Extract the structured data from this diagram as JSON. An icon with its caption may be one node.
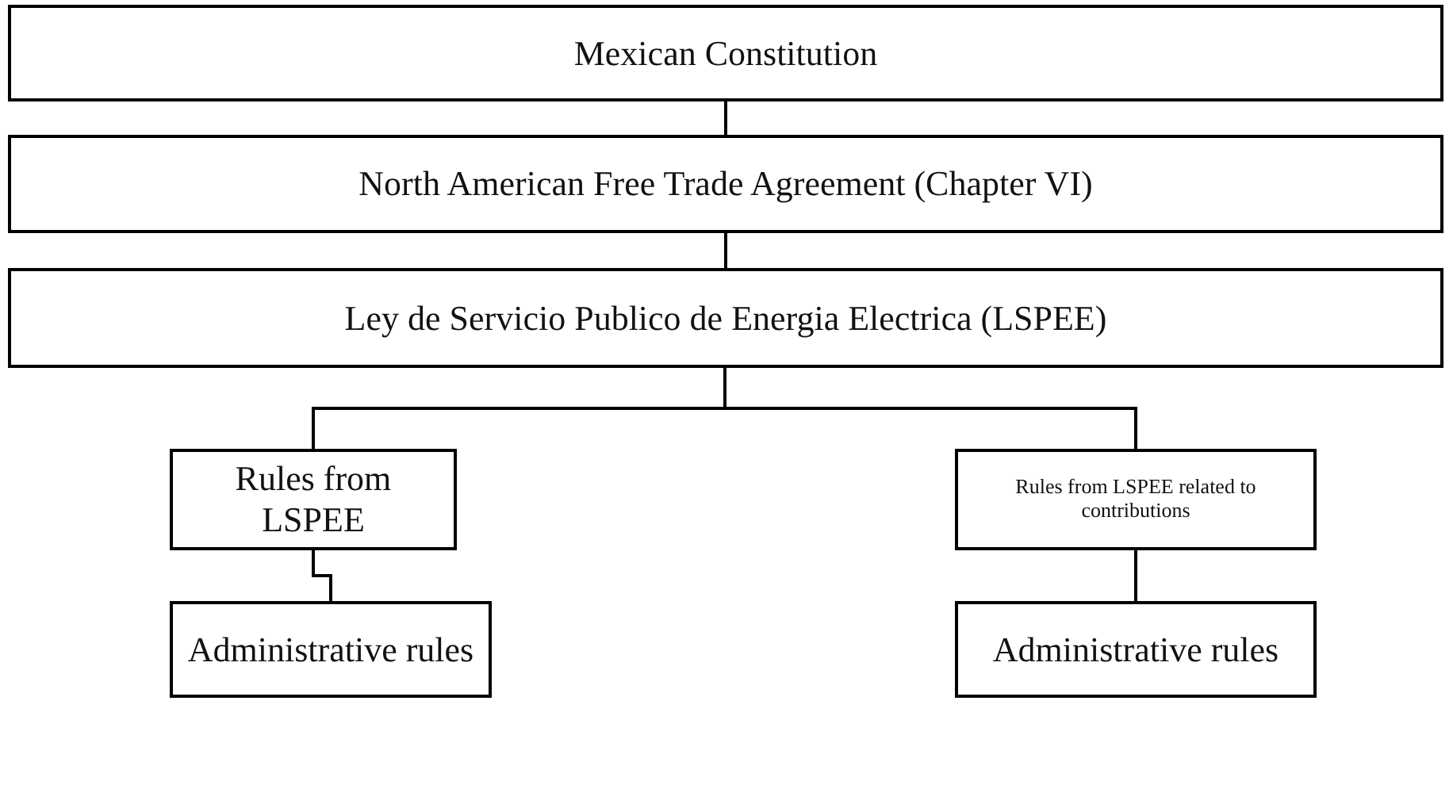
{
  "diagram": {
    "nodes": [
      {
        "text": [
          "Mexican Constitution"
        ]
      },
      {
        "text": [
          "North American Free Trade Agreement (Chapter VI)"
        ]
      },
      {
        "text": [
          "Ley de Servicio Publico de Energia Electrica (LSPEE)"
        ]
      },
      {
        "text": [
          "Rules from LSPEE"
        ]
      },
      {
        "text": [
          "Rules from LSPEE related to contributions"
        ]
      },
      {
        "text": [
          "Administrative rules"
        ]
      },
      {
        "text": [
          "Administrative rules"
        ]
      }
    ],
    "edges": [
      {
        "from": 0,
        "to": 1,
        "arrow": "none"
      },
      {
        "from": 1,
        "to": 2,
        "arrow": "none"
      },
      {
        "from": 2,
        "to": 3,
        "arrow": "none"
      },
      {
        "from": 2,
        "to": 4,
        "arrow": "none"
      },
      {
        "from": 3,
        "to": 5,
        "arrow": "none"
      },
      {
        "from": 4,
        "to": 6,
        "arrow": "none"
      }
    ]
  }
}
